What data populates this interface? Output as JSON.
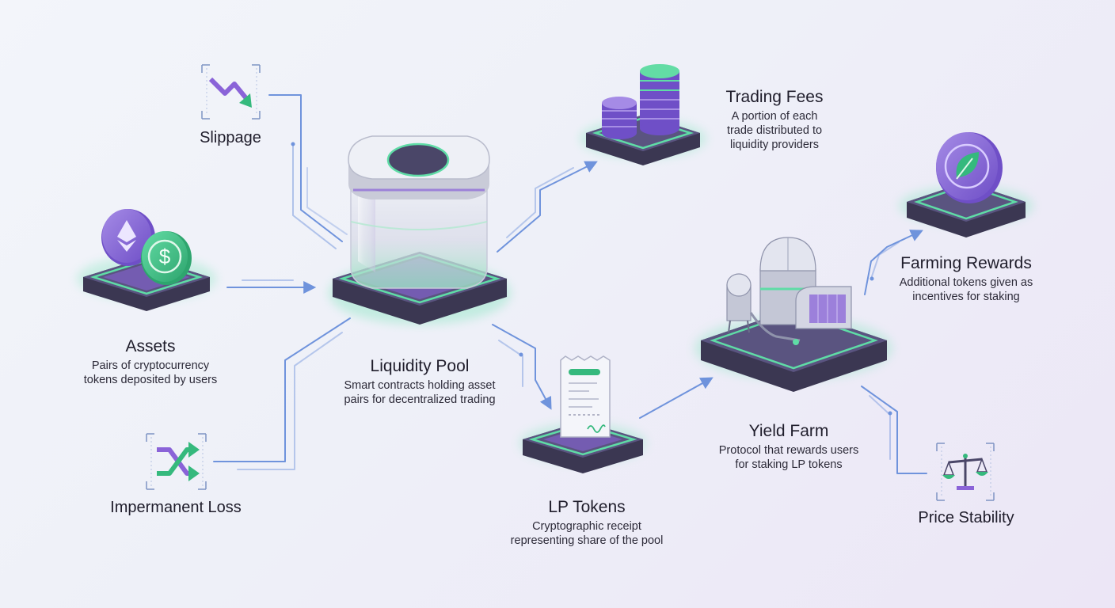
{
  "colors": {
    "platform_dark": "#3b3752",
    "platform_top": "#56517a",
    "glow": "#5fdca6",
    "accent_purple": "#8a63d8",
    "connector": "#6f93dc",
    "coin_green": "#35b97d"
  },
  "nodes": {
    "liquidity_pool": {
      "title": "Liquidity Pool",
      "desc_1": "Smart contracts holding asset",
      "desc_2": "pairs for decentralized trading"
    },
    "assets": {
      "title": "Assets",
      "desc_1": "Pairs of cryptocurrency",
      "desc_2": "tokens deposited by users"
    },
    "trading_fees": {
      "title": "Trading Fees",
      "desc_1": "A portion of each",
      "desc_2": "trade distributed to",
      "desc_3": "liquidity providers"
    },
    "lp_tokens": {
      "title": "LP Tokens",
      "desc_1": "Cryptographic receipt",
      "desc_2": "representing share of the pool"
    },
    "yield_farm": {
      "title": "Yield Farm",
      "desc_1": "Protocol that rewards users",
      "desc_2": "for staking LP tokens"
    },
    "farming_rewards": {
      "title": "Farming Rewards",
      "desc_1": "Additional tokens given as",
      "desc_2": "incentives for staking"
    },
    "slippage": {
      "title": "Slippage"
    },
    "impermanent_loss": {
      "title": "Impermanent Loss"
    },
    "price_stability": {
      "title": "Price Stability"
    }
  },
  "icons": {
    "slippage": "trend-down-icon",
    "impermanent_loss": "crossing-arrows-icon",
    "price_stability": "balance-scale-icon",
    "assets": "ethereum-and-dollar-coins-icon",
    "trading_fees": "coin-stacks-icon",
    "lp_tokens": "receipt-icon",
    "yield_farm": "farm-facility-icon",
    "farming_rewards": "leaf-coin-icon",
    "liquidity_pool": "glass-pool-container-icon"
  }
}
